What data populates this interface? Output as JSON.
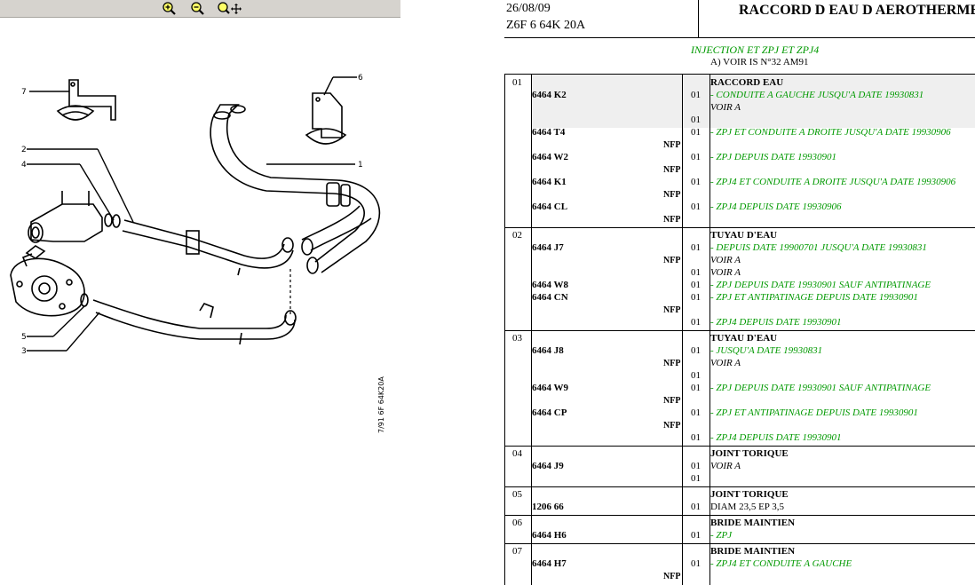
{
  "toolbar": {
    "buttons": [
      {
        "icon": "zoom-in-icon"
      },
      {
        "icon": "zoom-out-icon"
      },
      {
        "icon": "zoom-pan-icon"
      }
    ]
  },
  "diagram": {
    "callouts": [
      "7",
      "6",
      "2",
      "4",
      "1",
      "5",
      "3"
    ],
    "stamp": "7/91  6F  64K20A"
  },
  "header": {
    "date": "26/08/09",
    "code": "Z6F 6 64K 20A",
    "title": "RACCORD D EAU D AEROTHERME"
  },
  "global_note": {
    "line1": "INJECTION ET ZPJ ET ZPJ4",
    "line2": "A) VOIR IS N°32 AM91"
  },
  "colors": {
    "green": "#009900",
    "shade": "#efefef",
    "toolbar": "#d6d3ce"
  },
  "lines": [
    {
      "num": "01",
      "desc": "RACCORD EAU",
      "title": true
    },
    {
      "ref": "6464 K2",
      "qty": "01",
      "desc": "- CONDUITE A GAUCHE JUSQU'A DATE 19930831",
      "green": true
    },
    {
      "desc": "VOIR A"
    },
    {
      "qty": "01"
    },
    {
      "ref": "6464 T4",
      "qty": "01",
      "desc": "- ZPJ ET CONDUITE A DROITE JUSQU'A DATE 19930906",
      "green": true
    },
    {
      "nfp": "NFP"
    },
    {
      "ref": "6464 W2",
      "qty": "01",
      "desc": "- ZPJ DEPUIS DATE 19930901",
      "green": true
    },
    {
      "nfp": "NFP"
    },
    {
      "ref": "6464 K1",
      "qty": "01",
      "desc": "- ZPJ4 ET CONDUITE A DROITE JUSQU'A DATE 19930906",
      "green": true
    },
    {
      "nfp": "NFP"
    },
    {
      "ref": "6464 CL",
      "qty": "01",
      "desc": "- ZPJ4 DEPUIS DATE 19930906",
      "green": true
    },
    {
      "nfp": "NFP"
    },
    {
      "num": "02",
      "desc": "TUYAU D'EAU",
      "title": true
    },
    {
      "ref": "6464 J7",
      "qty": "01",
      "desc": "- DEPUIS DATE 19900701 JUSQU'A DATE 19930831",
      "green": true
    },
    {
      "nfp": "NFP",
      "desc": "VOIR A"
    },
    {
      "qty": "01",
      "desc": "VOIR A"
    },
    {
      "ref": "6464 W8",
      "qty": "01",
      "desc": "- ZPJ DEPUIS DATE 19930901 SAUF ANTIPATINAGE",
      "green": true
    },
    {
      "ref": "6464 CN",
      "qty": "01",
      "desc": "- ZPJ ET ANTIPATINAGE DEPUIS DATE 19930901",
      "green": true
    },
    {
      "nfp": "NFP"
    },
    {
      "qty": "01",
      "desc": "- ZPJ4 DEPUIS DATE 19930901",
      "green": true
    },
    {
      "num": "03",
      "desc": "TUYAU D'EAU",
      "title": true
    },
    {
      "ref": "6464 J8",
      "qty": "01",
      "desc": "- JUSQU'A DATE 19930831",
      "green": true
    },
    {
      "nfp": "NFP",
      "desc": "VOIR A"
    },
    {
      "qty": "01"
    },
    {
      "ref": "6464 W9",
      "qty": "01",
      "desc": "- ZPJ DEPUIS DATE 19930901 SAUF ANTIPATINAGE",
      "green": true
    },
    {
      "nfp": "NFP"
    },
    {
      "ref": "6464 CP",
      "qty": "01",
      "desc": "- ZPJ ET ANTIPATINAGE DEPUIS DATE 19930901",
      "green": true
    },
    {
      "nfp": "NFP"
    },
    {
      "qty": "01",
      "desc": "- ZPJ4 DEPUIS DATE 19930901",
      "green": true
    },
    {
      "num": "04",
      "desc": "JOINT TORIQUE",
      "title": true
    },
    {
      "ref": "6464 J9",
      "qty": "01",
      "desc": "VOIR A"
    },
    {
      "qty": "01"
    },
    {
      "num": "05",
      "desc": "JOINT TORIQUE",
      "title": true
    },
    {
      "ref": "1206 66",
      "qty": "01",
      "desc": "DIAM 23,5 EP 3,5"
    },
    {
      "num": "06",
      "desc": "BRIDE MAINTIEN",
      "title": true
    },
    {
      "ref": "6464 H6",
      "qty": "01",
      "desc": "- ZPJ",
      "green": true
    },
    {
      "num": "07",
      "desc": "BRIDE MAINTIEN",
      "title": true
    },
    {
      "ref": "6464 H7",
      "qty": "01",
      "desc": "- ZPJ4 ET CONDUITE A GAUCHE",
      "green": true
    },
    {
      "nfp": "NFP"
    }
  ]
}
